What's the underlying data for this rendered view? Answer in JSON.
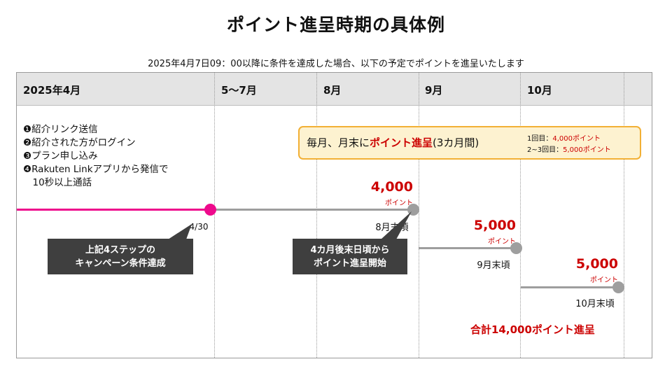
{
  "title": "ポイント進呈時期の具体例",
  "subtitle": "2025年4月7日09：00以降に条件を達成した場合、以下の予定でポイントを進呈いたします",
  "columns": [
    "2025年4月",
    "5〜7月",
    "8月",
    "9月",
    "10月"
  ],
  "steps": [
    "❶紹介リンク送信",
    "❷紹介された方がログイン",
    "❸プラン申し込み",
    "❹Rakuten Linkアプリから発信で",
    "　10秒以上通話"
  ],
  "timeline": {
    "achieve_date": "4/30",
    "callout_achieve": [
      "上記4ステップの",
      "キャンペーン条件達成"
    ],
    "callout_start": [
      "4カ月後末日頃から",
      "ポイント進呈開始"
    ]
  },
  "monthly": {
    "prefix": "毎月、月末に",
    "emphasis": "ポイント進呈",
    "suffix": "(3カ月間)",
    "breakdown": [
      {
        "label": "1回目：",
        "value": "4,000ポイント"
      },
      {
        "label": "2~3回目：",
        "value": "5,000ポイント"
      }
    ]
  },
  "payouts": [
    {
      "value": "4,000",
      "unit": "ポイント",
      "when": "8月末頃"
    },
    {
      "value": "5,000",
      "unit": "ポイント",
      "when": "9月末頃"
    },
    {
      "value": "5,000",
      "unit": "ポイント",
      "when": "10月末頃"
    }
  ],
  "total": "合計14,000ポイント進呈",
  "colors": {
    "pink": "#ee0a8c",
    "gray_line": "#9e9e9e",
    "red": "#cc0000",
    "orange_border": "#f2b035",
    "orange_fill": "#fdf2d0",
    "callout": "#3f3f3f"
  }
}
